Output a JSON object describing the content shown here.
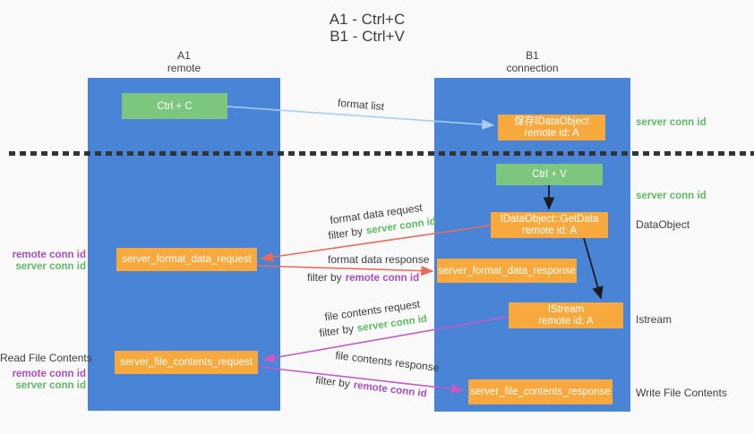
{
  "title": {
    "line1": "A1 - Ctrl+C",
    "line2": "B1 - Ctrl+V"
  },
  "lanes": {
    "a": {
      "name": "A1",
      "subtitle": "remote"
    },
    "b": {
      "name": "B1",
      "subtitle": "connection"
    }
  },
  "nodes": {
    "ctrl_c": "Ctrl + C",
    "ctrl_v": "Ctrl + V",
    "save_idataobject": {
      "line1": "保存IDataObject",
      "line2": "remote id: A"
    },
    "getdata": {
      "line1": "IDataObject::GetData",
      "line2": "remote id: A"
    },
    "istream": {
      "line1": "IStream",
      "line2": "remote id: A"
    },
    "format_request": "server_format_data_request",
    "format_response": "server_format_data_response",
    "file_request": "server_file_contents_request",
    "file_response": "server_file_contents_response"
  },
  "edges": {
    "format_list": "format list",
    "format_data_request": "format data request",
    "format_data_response": "format data response",
    "file_contents_request": "file contents request",
    "file_contents_response": "file contents response",
    "filter_by": "filter by"
  },
  "labels": {
    "server_conn_id": "server conn id",
    "remote_conn_id": "remote conn id",
    "dataobject": "DataObject",
    "istream": "Istream",
    "read_file_contents": "Read File Contents",
    "write_file_contents": "Write File Contents"
  },
  "colors": {
    "lane_blue": "#4a84d7",
    "node_green": "#7cc67e",
    "node_orange": "#f7a93d",
    "accent_green": "#5fba62",
    "accent_purple": "#a94ec2",
    "arrow_blue": "#a9cff0",
    "arrow_red": "#e96a5c",
    "arrow_purple": "#c45ac6",
    "arrow_black": "#1c1c1c",
    "background": "#f9f9f9"
  }
}
